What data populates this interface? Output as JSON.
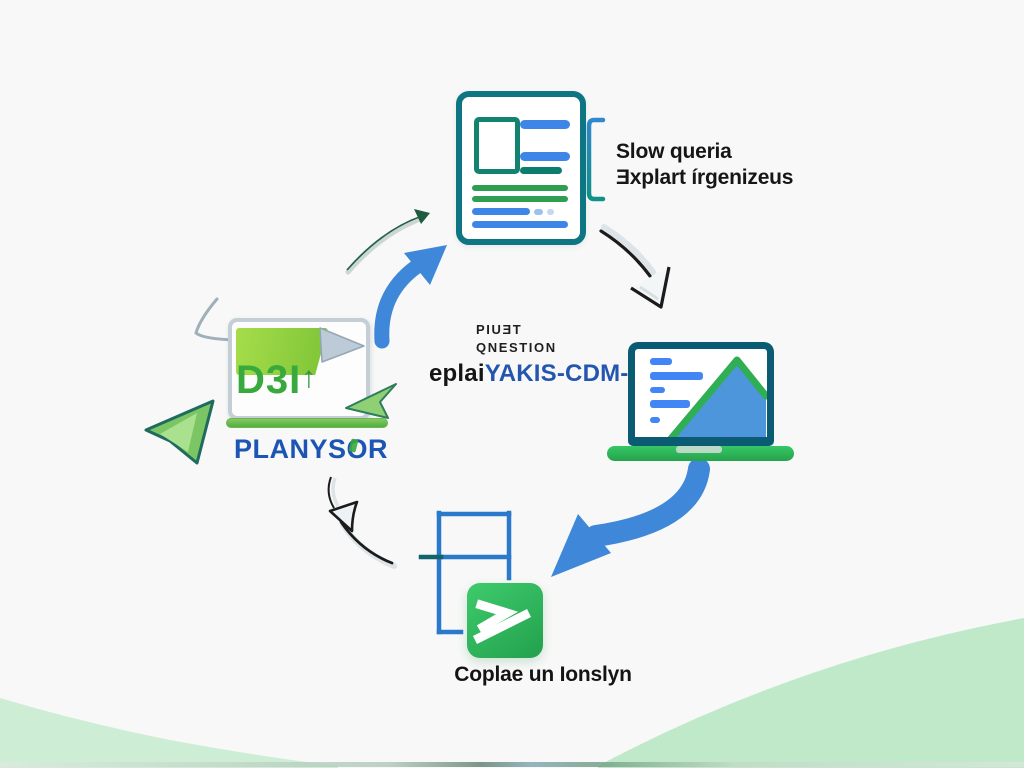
{
  "diagram_title": "process-cycle-illustration",
  "colors": {
    "background": "#f7f8f7",
    "wave_green_left": "#cdeed4",
    "wave_green_right": "#bfe9c9",
    "accent_blue_arrow": "#3f87d9",
    "brand_blue": "#1d55b5",
    "headline_blue": "#2456b0",
    "teal_outline": "#0e7582",
    "green_line": "#2f9e53",
    "logo_green": "#8cc63f",
    "sheet_green": "#2fbf5f",
    "text_dark": "#161616"
  },
  "document": {
    "caption_line1": "Slow queria",
    "caption_line2": "Ǝxplart írgenizeus"
  },
  "center": {
    "note_line1": "PIUƎT",
    "note_line2": "QNESTION",
    "headline_black": "eplai",
    "headline_blue": "YAKIS-CDM-"
  },
  "sheet": {
    "caption": "Coplae un Ionslyn"
  },
  "logo": {
    "wordmark": "D3I",
    "wordmark_arrow": "↑",
    "brand_part1": "PLANYS",
    "brand_part2": "O",
    "brand_part3": "R"
  },
  "icons": {
    "document-icon": "report page with text lines",
    "laptop-chart-icon": "laptop showing area chart",
    "sheet-app-icon": "green rounded square with white slash glyph",
    "table-grid-icon": "spreadsheet grid outline",
    "logo-send-icon": "gray right-pointing triangle",
    "logo-reply-icon": "green left-pointing plane",
    "green-plane-icon": "green arrowhead at left edge",
    "blue-arrow-up-icon": "thick blue curved arrow",
    "blue-arrow-down-icon": "thick blue curved arrow",
    "sketch-arrow-icons": "hand-drawn outline arrows"
  }
}
